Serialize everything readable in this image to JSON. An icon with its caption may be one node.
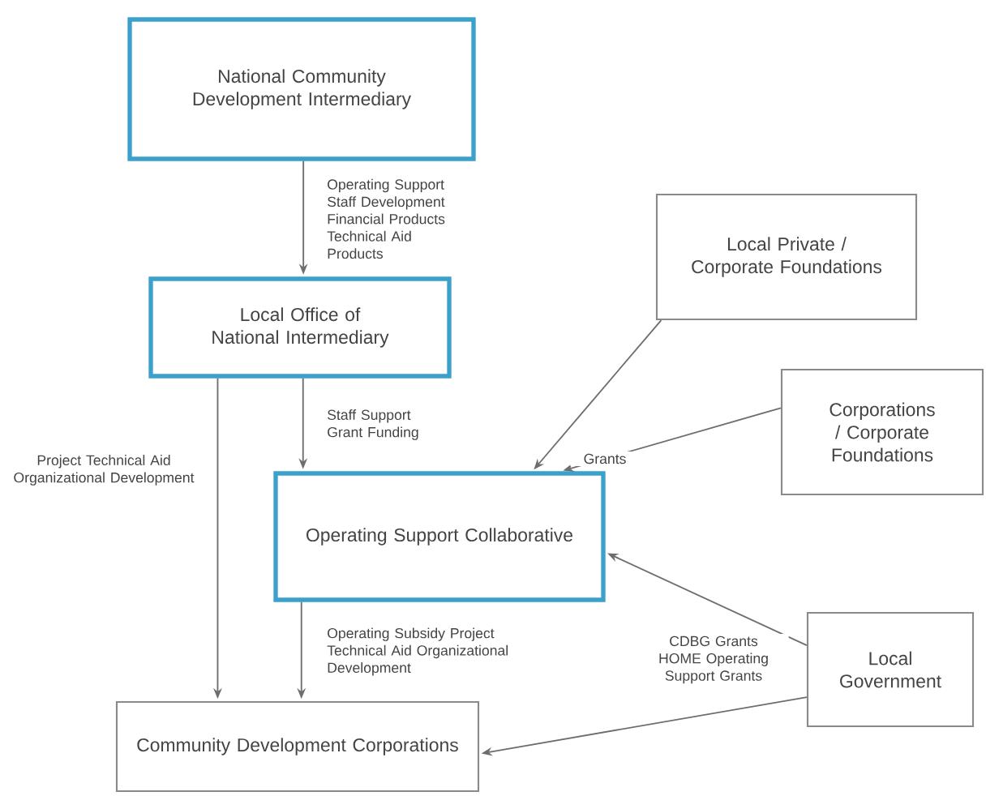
{
  "diagram": {
    "nodes": [
      {
        "text": [
          "National Community Development Intermediary"
        ]
      },
      {
        "text": [
          "Local Office of National Intermediary"
        ]
      },
      {
        "text": [
          "Local Private / Corporate Foundations"
        ]
      },
      {
        "text": [
          "Corporations / Corporate Foundations"
        ]
      },
      {
        "text": [
          "Operating Support Collaborative"
        ]
      },
      {
        "text": [
          "Local Government"
        ]
      },
      {
        "text": [
          "Community Development Corporations"
        ]
      }
    ],
    "edges": [
      {
        "from": 0,
        "to": 1,
        "arrow": "to",
        "label": "Operating Support Staff Development Financial Products Technical Aid Products"
      },
      {
        "from": 1,
        "to": 4,
        "arrow": "to",
        "label": "Staff Support Grant Funding"
      },
      {
        "from": 1,
        "to": 6,
        "arrow": "to",
        "label": "Project Technical Aid Organizational Development"
      },
      {
        "from": 2,
        "to": 4,
        "arrow": "to"
      },
      {
        "from": 3,
        "to": 4,
        "arrow": "to",
        "label": "Grants"
      },
      {
        "from": 4,
        "to": 6,
        "arrow": "to",
        "label": "Operating Subsidy Project Technical Aid Organizational Development"
      },
      {
        "from": 5,
        "to": 4,
        "arrow": "to"
      },
      {
        "from": 5,
        "to": 6,
        "arrow": "to",
        "label": "CDBG Grants HOME Operating Support Grants"
      }
    ]
  }
}
